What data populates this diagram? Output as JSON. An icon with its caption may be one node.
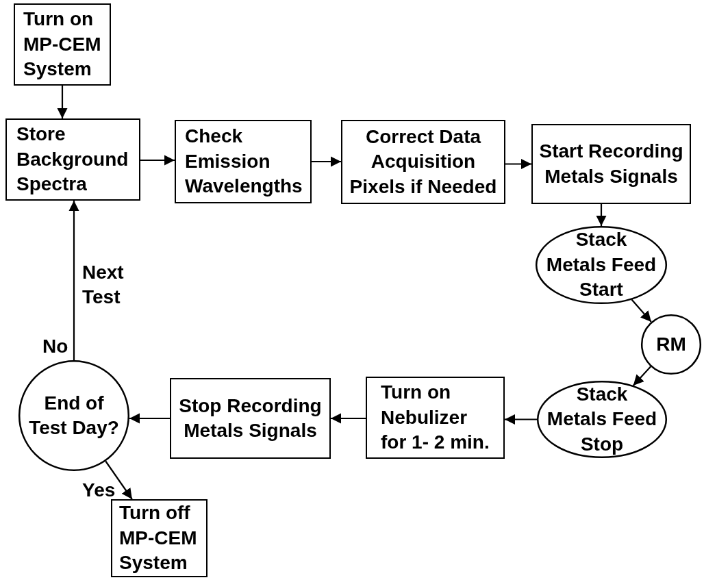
{
  "diagram": {
    "nodes": [
      {
        "text": [
          "Turn on MP-CEM System"
        ]
      },
      {
        "text": [
          "Store Background Spectra"
        ]
      },
      {
        "text": [
          "Check Emission Wavelengths"
        ]
      },
      {
        "text": [
          "Correct Data Acquisition Pixels if Needed"
        ]
      },
      {
        "text": [
          "Start Recording Metals Signals"
        ]
      },
      {
        "text": [
          "Stack Metals Feed Start"
        ]
      },
      {
        "text": [
          "RM"
        ]
      },
      {
        "text": [
          "Stack Metals Feed Stop"
        ]
      },
      {
        "text": [
          "Turn on Nebulizer for 1- 2 min."
        ]
      },
      {
        "text": [
          "Stop Recording Metals Signals"
        ]
      },
      {
        "text": [
          "End of Test Day?"
        ]
      },
      {
        "text": [
          "Turn off MP-CEM System"
        ]
      }
    ],
    "edges": [
      {
        "from": 0,
        "to": 1,
        "arrow": "to"
      },
      {
        "from": 1,
        "to": 2,
        "arrow": "to"
      },
      {
        "from": 2,
        "to": 3,
        "arrow": "to"
      },
      {
        "from": 3,
        "to": 4,
        "arrow": "to"
      },
      {
        "from": 4,
        "to": 5,
        "arrow": "to"
      },
      {
        "from": 5,
        "to": 6,
        "arrow": "to"
      },
      {
        "from": 6,
        "to": 7,
        "arrow": "to"
      },
      {
        "from": 7,
        "to": 8,
        "arrow": "to"
      },
      {
        "from": 8,
        "to": 9,
        "arrow": "to"
      },
      {
        "from": 9,
        "to": 10,
        "arrow": "to"
      },
      {
        "from": 10,
        "to": 1,
        "arrow": "to",
        "label": "No"
      },
      {
        "from": 10,
        "to": 11,
        "arrow": "to",
        "label": "Yes"
      }
    ],
    "labels": [
      "Next Test"
    ]
  }
}
